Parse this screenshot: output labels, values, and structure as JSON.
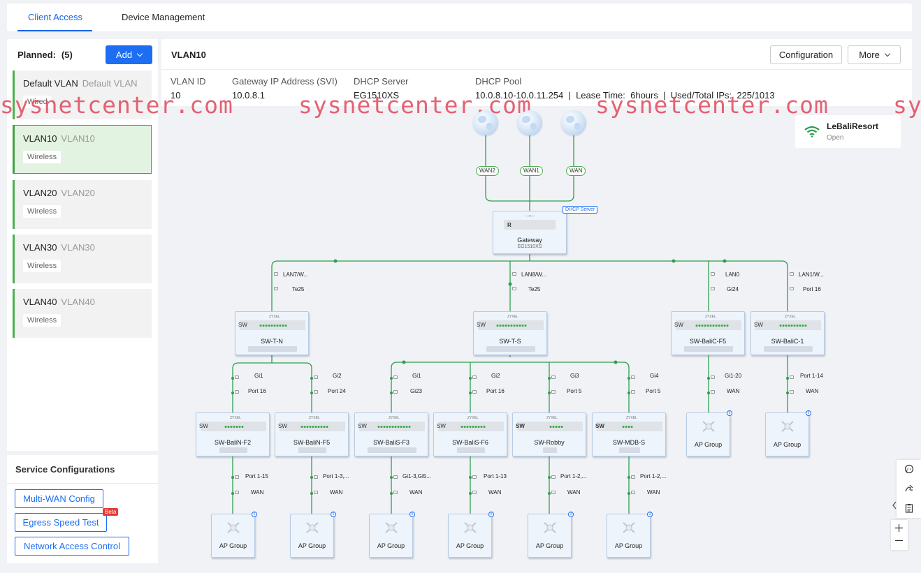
{
  "tabs": [
    {
      "label": "Client Access",
      "active": true
    },
    {
      "label": "Device Management",
      "active": false
    }
  ],
  "left": {
    "planned_label": "Planned:",
    "planned_count": "(5)",
    "add_label": "Add",
    "vlans": [
      {
        "name": "Default VLAN",
        "desc": "Default VLAN",
        "type": "Wired",
        "selected": false
      },
      {
        "name": "VLAN10",
        "desc": "VLAN10",
        "type": "Wireless",
        "selected": true
      },
      {
        "name": "VLAN20",
        "desc": "VLAN20",
        "type": "Wireless",
        "selected": false
      },
      {
        "name": "VLAN30",
        "desc": "VLAN30",
        "type": "Wireless",
        "selected": false
      },
      {
        "name": "VLAN40",
        "desc": "VLAN40",
        "type": "Wireless",
        "selected": false
      }
    ]
  },
  "service": {
    "title": "Service Configurations",
    "buttons": [
      "Multi-WAN Config",
      "Egress Speed Test",
      "Network Access Control"
    ],
    "beta_label": "Beta"
  },
  "main": {
    "title": "VLAN10",
    "configuration_label": "Configuration",
    "more_label": "More",
    "info": {
      "vlan_id_label": "VLAN ID",
      "vlan_id": "10",
      "gateway_label": "Gateway IP Address (SVI)",
      "gateway": "10.0.8.1",
      "dhcp_label": "DHCP Server",
      "dhcp": "EG1510XS",
      "pool_label": "DHCP Pool",
      "pool": "10.0.8.10-10.0.11.254  |  Lease Time:  6hours  |  Used/Total IPs:  225/1013"
    }
  },
  "watermark": "sysnetcenter.com",
  "ssid": {
    "name": "LeBaliResort",
    "state": "Open"
  },
  "topology": {
    "wan_labels": [
      "WAN2",
      "WAN1",
      "WAN"
    ],
    "dhcp_tag": "DHCP Server",
    "gateway": {
      "tag": "R",
      "name": "Gateway",
      "model": "EG1510XS"
    },
    "sw_tag": "SW",
    "core_links": [
      {
        "a": "LAN7/W...",
        "b": "Te25"
      },
      {
        "a": "LAN8/W...",
        "b": "Te25"
      },
      {
        "a": "LAN0",
        "b": "Gi24"
      },
      {
        "a": "LAN1/W...",
        "b": "Port 16"
      }
    ],
    "core_switches": [
      "SW-T-N",
      "SW-T-S",
      "SW-BaliC-F5",
      "SW-BaliC-1"
    ],
    "access_links": [
      {
        "a": "Gi1",
        "b": "Port 16"
      },
      {
        "a": "Gi2",
        "b": "Port 24"
      },
      {
        "a": "Gi1",
        "b": "Gi23"
      },
      {
        "a": "Gi2",
        "b": "Port 16"
      },
      {
        "a": "Gi3",
        "b": "Port 5"
      },
      {
        "a": "Gi4",
        "b": "Port 5"
      },
      {
        "a": "Gi1-20",
        "b": "WAN"
      },
      {
        "a": "Port 1-14",
        "b": "WAN"
      }
    ],
    "access_switches": [
      "SW-BaliN-F2",
      "SW-BaliN-F5",
      "SW-BaliS-F3",
      "SW-BaliS-F6",
      "SW-Robby",
      "SW-MDB-S"
    ],
    "ap_links": [
      {
        "a": "Port 1-15",
        "b": "WAN"
      },
      {
        "a": "Port 1-3,...",
        "b": "WAN"
      },
      {
        "a": "Gi1-3,Gi5...",
        "b": "WAN"
      },
      {
        "a": "Port 1-13",
        "b": "WAN"
      },
      {
        "a": "Port 1-2,...",
        "b": "WAN"
      },
      {
        "a": "Port 1-2,...",
        "b": "WAN"
      }
    ],
    "ap_label": "AP Group",
    "ap_badges": [
      "6",
      "6",
      "6",
      "6",
      "3",
      "3",
      "6",
      "6"
    ]
  },
  "colors": {
    "accent": "#1d6ef2",
    "link": "#2e9e4f",
    "selected_bg": "#e3f3e1",
    "watermark": "#e2465a"
  },
  "icons": [
    "chevron-down-icon",
    "globe-icon",
    "wifi-icon",
    "access-point-icon",
    "chat-icon",
    "sign-icon",
    "clipboard-icon",
    "plus-icon",
    "minus-icon",
    "chevron-left-icon"
  ]
}
